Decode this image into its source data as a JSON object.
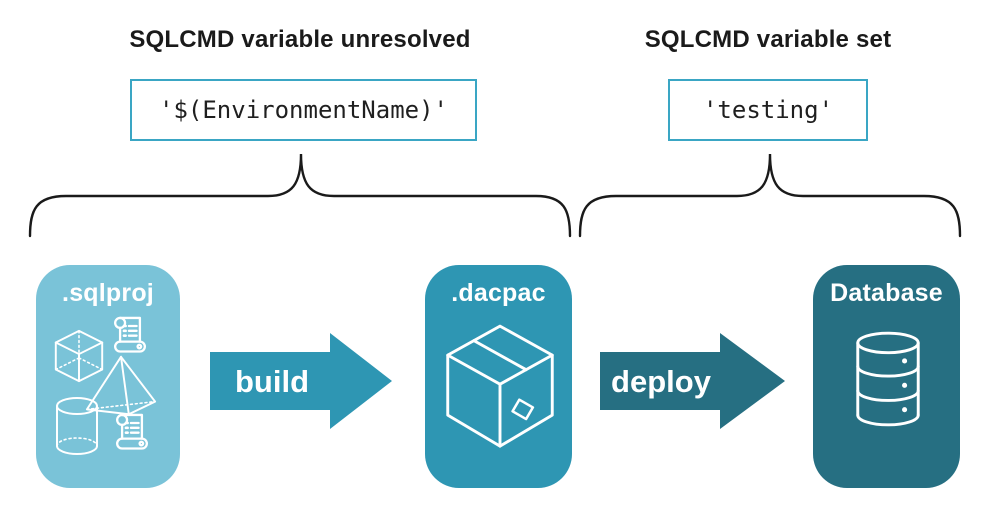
{
  "colors": {
    "background": "#ffffff",
    "ink": "#1a1a1a",
    "code_box_border": "#3aa6c4",
    "light_teal": "#7ac3d8",
    "mid_teal": "#2e96b3",
    "dark_teal": "#266f82"
  },
  "annotations": {
    "left": {
      "heading": "SQLCMD variable unresolved",
      "code": "'$(EnvironmentName)'"
    },
    "right": {
      "heading": "SQLCMD variable set",
      "code": "'testing'"
    }
  },
  "pipeline": {
    "stages": [
      {
        "label": ".sqlproj",
        "color": "#7ac3d8",
        "icon": "sql-objects-icons"
      },
      {
        "label": ".dacpac",
        "color": "#2e96b3",
        "icon": "package-icon"
      },
      {
        "label": "Database",
        "color": "#266f82",
        "icon": "database-cylinder-icon"
      }
    ],
    "arrows": [
      {
        "label": "build",
        "color": "#2e96b3"
      },
      {
        "label": "deploy",
        "color": "#266f82"
      }
    ]
  }
}
